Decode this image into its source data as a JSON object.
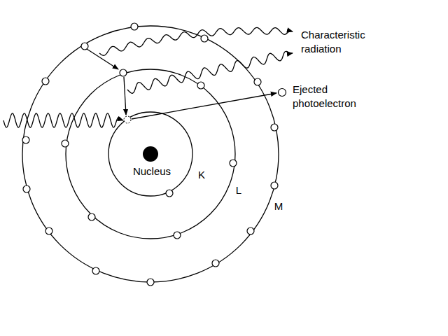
{
  "diagram": {
    "labels": [
      "Characteristic radiation",
      "Ejected photoelectron",
      "Nucleus",
      "K",
      "L",
      "M"
    ]
  }
}
